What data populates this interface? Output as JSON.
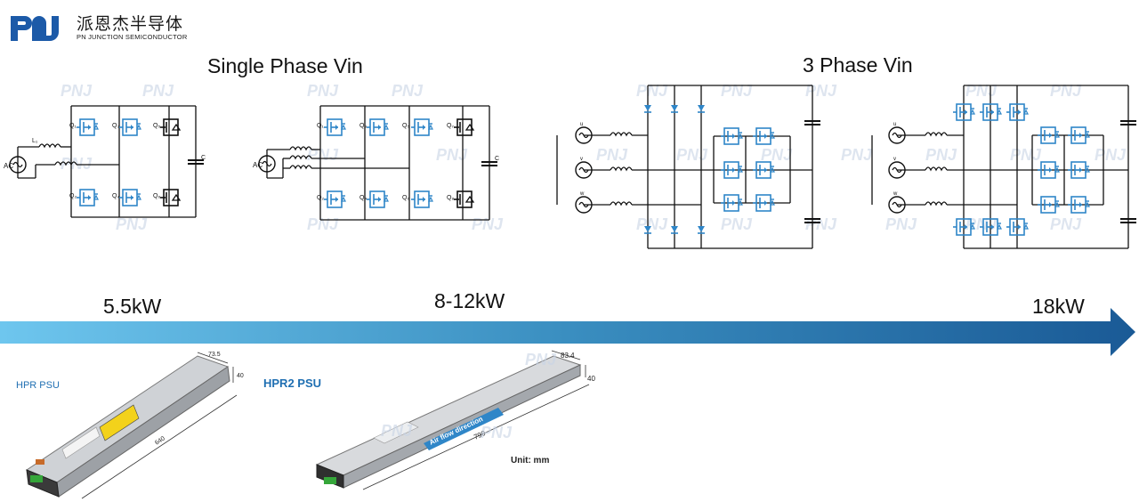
{
  "logo": {
    "mark": "PNJ",
    "cn": "派恩杰半导体",
    "en": "PN JUNCTION SEMICONDUCTOR"
  },
  "titles": {
    "single_phase": "Single Phase Vin",
    "three_phase": "3 Phase Vin"
  },
  "power_levels": [
    "5.5kW",
    "8-12kW",
    "18kW"
  ],
  "circuit_labels": {
    "ac": "AC",
    "cap": "C",
    "l1": "L₁",
    "single_a": [
      "Q₁",
      "Q₃",
      "Q₅",
      "Q₂",
      "Q₄",
      "Q₆"
    ],
    "single_b": [
      "Q₁",
      "Q₃",
      "Q₅",
      "Q₇",
      "Q₂",
      "Q₄",
      "Q₆",
      "Q₈"
    ],
    "phases": [
      "u",
      "v",
      "w"
    ]
  },
  "psus": {
    "hpr_label": "HPR PSU",
    "hpr2_label": "HPR2 PSU",
    "hpr_dims": {
      "width": "73.5",
      "height": "40",
      "length": "640"
    },
    "hpr2_dims": {
      "width": "83.4",
      "height": "40",
      "length": "790"
    },
    "airflow": "Air flow direction",
    "unit": "Unit:  mm"
  },
  "watermark": "PNJ",
  "colors": {
    "logo_blue": "#1c5aa8",
    "arrow_start": "#6ec6ee",
    "arrow_end": "#1a5a96",
    "switch_blue": "#2f86c8"
  }
}
